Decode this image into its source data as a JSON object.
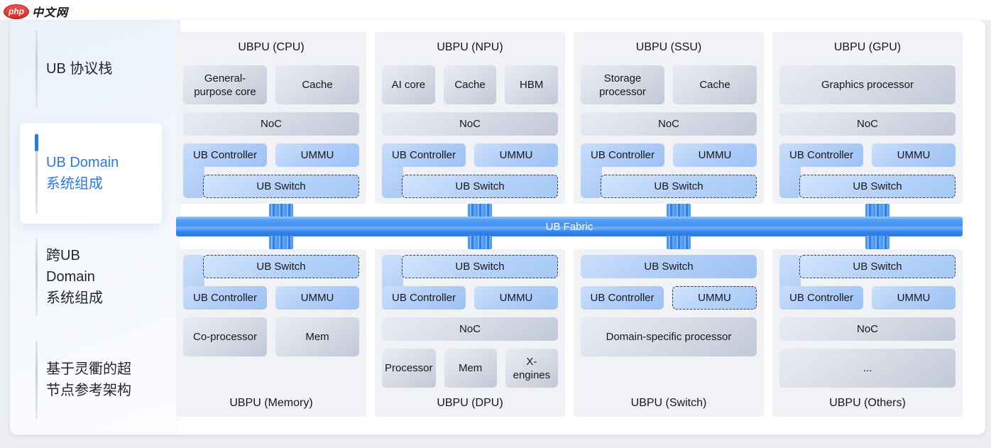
{
  "logo": {
    "badge": "php",
    "site": "中文网"
  },
  "sidebar": {
    "items": [
      {
        "label": "UB 协议栈",
        "active": false
      },
      {
        "label": "UB Domain\n系统组成",
        "active": true
      },
      {
        "label": "跨UB\nDomain\n系统组成",
        "active": false
      },
      {
        "label": "基于灵衢的超\n节点参考架构",
        "active": false
      }
    ]
  },
  "diagram": {
    "fabric_label": "UB Fabric",
    "common": {
      "noc": "NoC",
      "controller": "UB Controller",
      "ummu": "UMMU",
      "switch": "UB Switch"
    },
    "cards": {
      "cpu": {
        "title": "UBPU (CPU)",
        "units": [
          "General-purpose core",
          "Cache"
        ]
      },
      "npu": {
        "title": "UBPU (NPU)",
        "units": [
          "AI core",
          "Cache",
          "HBM"
        ]
      },
      "ssu": {
        "title": "UBPU (SSU)",
        "units": [
          "Storage processor",
          "Cache"
        ]
      },
      "gpu": {
        "title": "UBPU (GPU)",
        "units": [
          "Graphics processor"
        ]
      },
      "memory": {
        "title": "UBPU (Memory)",
        "units": [
          "Co-processor",
          "Mem"
        ]
      },
      "dpu": {
        "title": "UBPU (DPU)",
        "units": [
          "Processor",
          "Mem",
          "X-engines"
        ]
      },
      "switch": {
        "title": "UBPU (Switch)",
        "units": [
          "Domain-specific processor"
        ]
      },
      "others": {
        "title": "UBPU (Others)",
        "units": [
          "..."
        ]
      }
    }
  },
  "colors": {
    "accent_blue": "#2879f2",
    "fabric_blue": "#3f8def",
    "box_blue": "#a9cbf6",
    "box_gray": "#c9cfdb",
    "logo_red": "#d92a22"
  }
}
